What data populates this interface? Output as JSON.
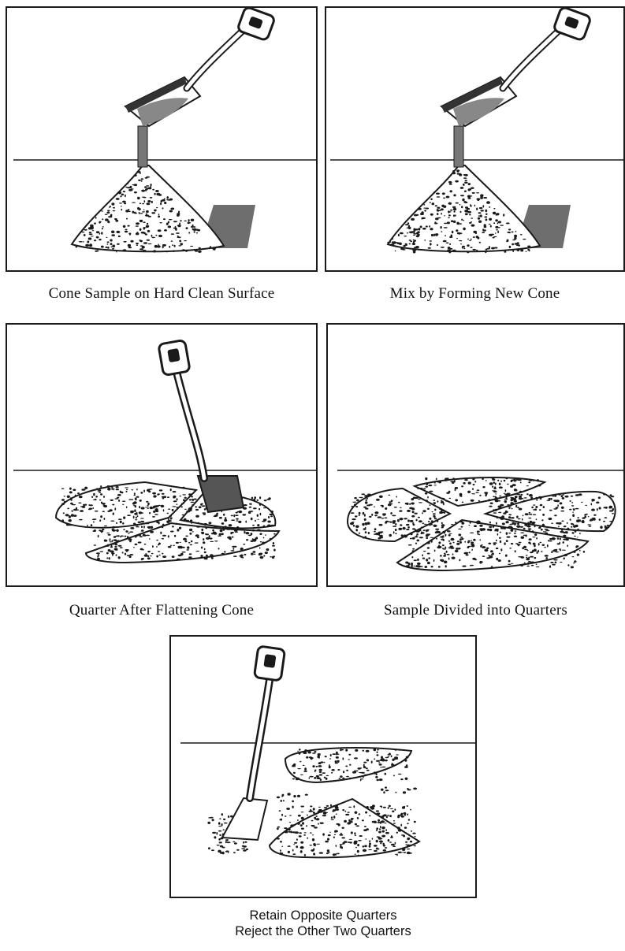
{
  "captions": {
    "cone_sample": "Cone Sample on Hard Clean Surface",
    "mix_cone": "Mix by Forming New Cone",
    "quarter_flatten": "Quarter After Flattening Cone",
    "divided_quarters": "Sample Divided into Quarters",
    "retain_line1": "Retain Opposite Quarters",
    "retain_line2": "Reject the Other Two Quarters"
  },
  "colors": {
    "ink": "#1a1a1a",
    "shadow": "#555555",
    "paper": "#ffffff"
  },
  "icons": [
    "shovel-icon",
    "aggregate-cone",
    "aggregate-quarter"
  ]
}
